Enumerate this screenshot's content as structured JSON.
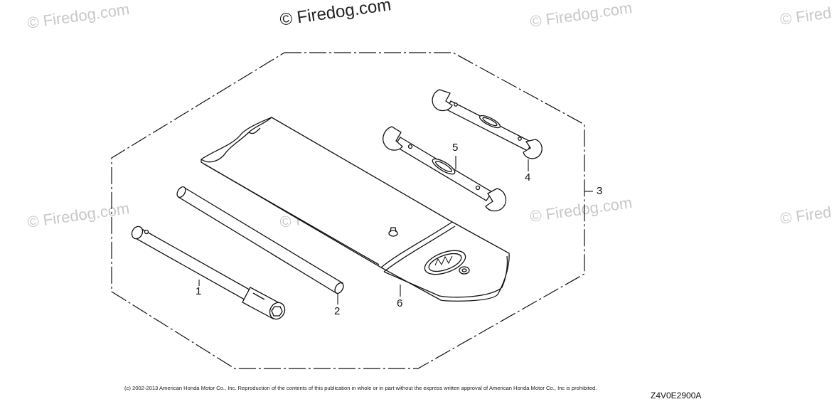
{
  "watermarks": [
    "© Firedog.com",
    "© Firedog.com",
    "© Firedog.com",
    "© Fired",
    "© Firedog.com",
    "© Firedog.com",
    "© Firedog.com",
    "© Fired"
  ],
  "callouts": {
    "part_1": "1",
    "part_2": "2",
    "part_3": "3",
    "part_4": "4",
    "part_5": "5",
    "part_6": "6"
  },
  "footer": {
    "copyright": "(c) 2002-2013 American Honda Motor Co., Inc. Reproduction of the contents of this publication in whole or in part without the express written approval of American Honda Motor Co., Inc is prohibited.",
    "diagram_code": "Z4V0E2900A"
  }
}
